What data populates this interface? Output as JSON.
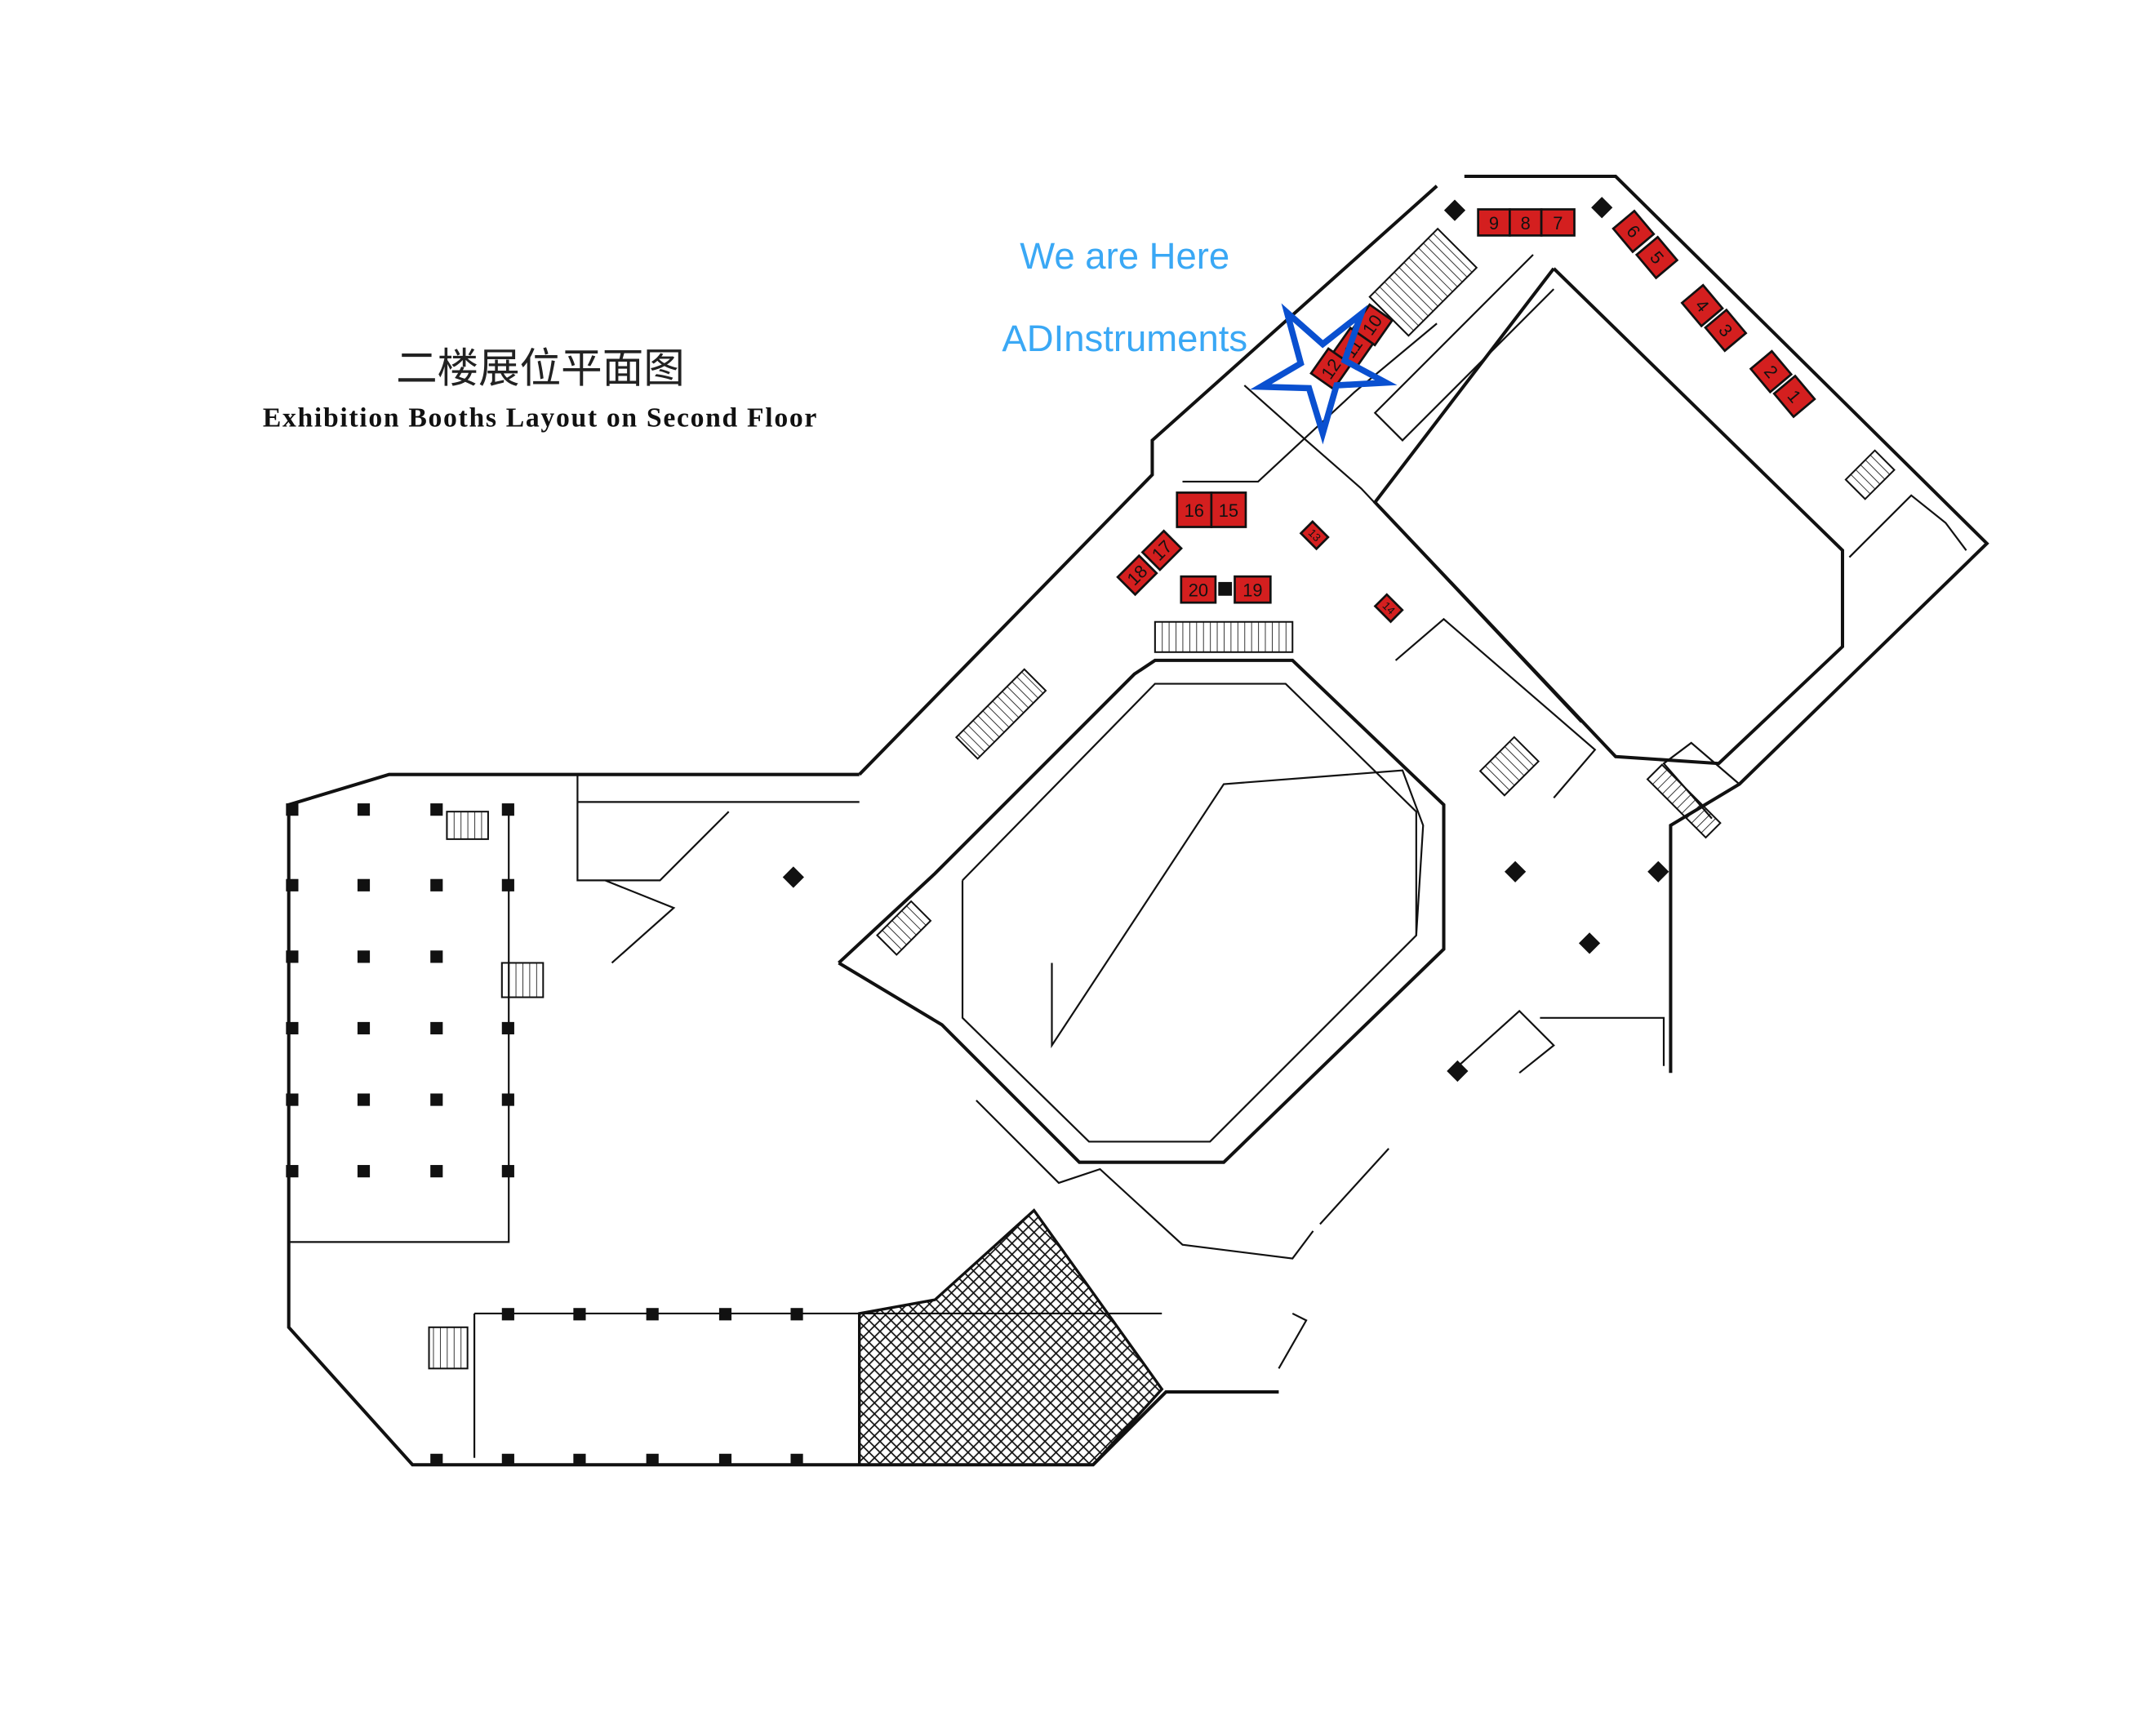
{
  "title": {
    "chinese": "二楼展位平面图",
    "english": "Exhibition Booths Layout on Second Floor"
  },
  "marker": {
    "line1": "We are Here",
    "line2": "ADInstruments",
    "icon": "star-icon",
    "text_color": "#3aa8f5",
    "star_color": "#0a50d0"
  },
  "booth_color": "#d41f1f",
  "booths": {
    "b1": "1",
    "b2": "2",
    "b3": "3",
    "b4": "4",
    "b5": "5",
    "b6": "6",
    "b7": "7",
    "b8": "8",
    "b9": "9",
    "b10": "10",
    "b11": "11",
    "b12": "12",
    "b13": "13",
    "b14": "14",
    "b15": "15",
    "b16": "16",
    "b17": "17",
    "b18": "18",
    "b19": "19",
    "b20": "20"
  }
}
